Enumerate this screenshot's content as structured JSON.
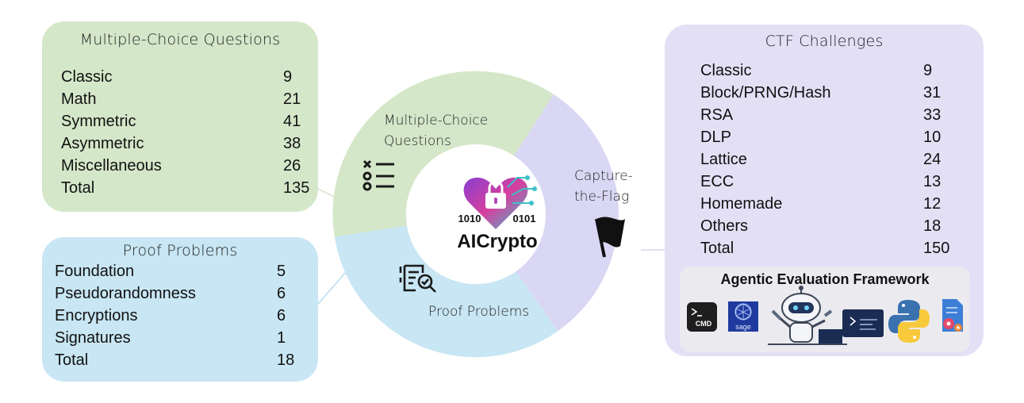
{
  "mcq": {
    "title": "Multiple-Choice Questions",
    "rows": [
      {
        "name": "Classic",
        "value": "9"
      },
      {
        "name": "Math",
        "value": "21"
      },
      {
        "name": "Symmetric",
        "value": "41"
      },
      {
        "name": "Asymmetric",
        "value": "38"
      },
      {
        "name": "Miscellaneous",
        "value": "26"
      },
      {
        "name": "Total",
        "value": "135"
      }
    ]
  },
  "proof": {
    "title": "Proof Problems",
    "rows": [
      {
        "name": "Foundation",
        "value": "5"
      },
      {
        "name": "Pseudorandomness",
        "value": "6"
      },
      {
        "name": "Encryptions",
        "value": "6"
      },
      {
        "name": "Signatures",
        "value": "1"
      },
      {
        "name": "Total",
        "value": "18"
      }
    ]
  },
  "ctf": {
    "title": "CTF Challenges",
    "rows": [
      {
        "name": "Classic",
        "value": "9"
      },
      {
        "name": "Block/PRNG/Hash",
        "value": "31"
      },
      {
        "name": "RSA",
        "value": "33"
      },
      {
        "name": "DLP",
        "value": "10"
      },
      {
        "name": "Lattice",
        "value": "24"
      },
      {
        "name": "ECC",
        "value": "13"
      },
      {
        "name": "Homemade",
        "value": "12"
      },
      {
        "name": "Others",
        "value": "18"
      },
      {
        "name": "Total",
        "value": "150"
      }
    ]
  },
  "wheel": {
    "mcq_label_1": "Multiple-Choice",
    "mcq_label_2": "Questions",
    "ctf_label_1": "Capture-",
    "ctf_label_2": "the-Flag",
    "proof_label": "Proof Problems",
    "logo_name": "AICrypto",
    "logo_bits_left": "1010",
    "logo_bits_right": "0101"
  },
  "agent": {
    "title": "Agentic Evaluation Framework",
    "cmd_label": "CMD",
    "sage_label": "sage",
    "tools": [
      "terminal-icon",
      "sage-icon",
      "robot-icon",
      "python-icon",
      "document-settings-icon"
    ]
  },
  "colors": {
    "mcq_green": "#d4e7c9",
    "proof_blue": "#c8e6f3",
    "ctf_purple": "#d9d7f3",
    "ctf_panel": "#e3e0f6",
    "logo_pink": "#d63f9e",
    "logo_teal": "#3dc1c8"
  }
}
